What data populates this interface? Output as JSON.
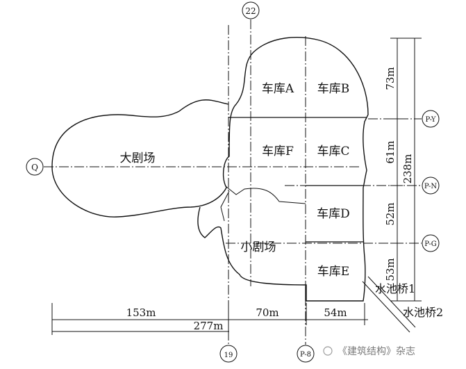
{
  "axes": {
    "top": "22",
    "left": "Q",
    "bottom_1": "19",
    "bottom_2": "P-8",
    "right_1": "P-Y",
    "right_2": "P-N",
    "right_3": "P-G"
  },
  "rooms": {
    "garage_a": "车库A",
    "garage_b": "车库B",
    "garage_c": "车库C",
    "garage_d": "车库D",
    "garage_e": "车库E",
    "garage_f": "车库F",
    "grand_theater": "大剧场",
    "small_theater": "小剧场"
  },
  "dimensions": {
    "h_153": "153m",
    "h_70": "70m",
    "h_54": "54m",
    "h_277": "277m",
    "v_73": "73m",
    "v_61": "61m",
    "v_52": "52m",
    "v_53": "53m",
    "v_238": "238m"
  },
  "bridges": {
    "bridge_1": "水池桥1",
    "bridge_2": "水池桥2"
  },
  "watermark": {
    "text": "《建筑结构》杂志"
  }
}
